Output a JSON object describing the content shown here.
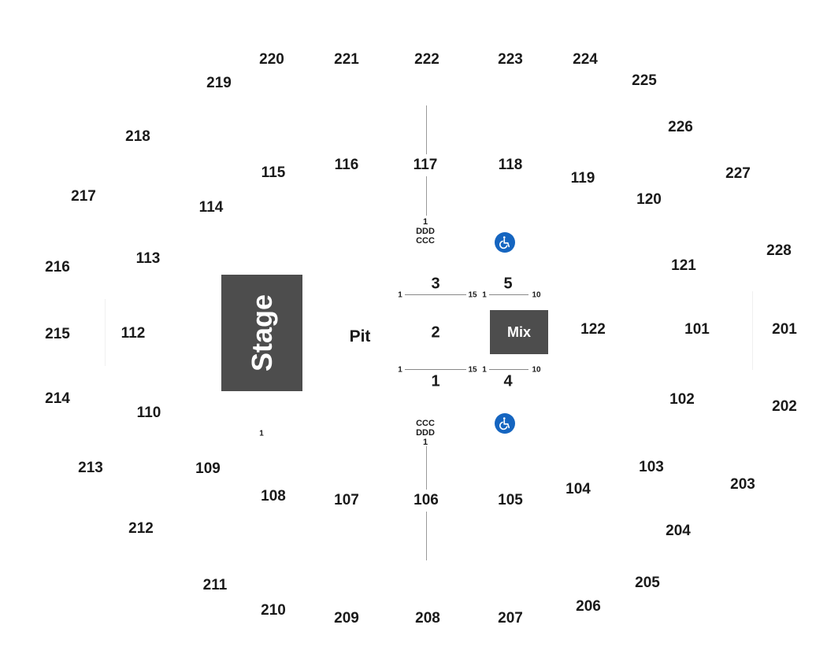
{
  "upper_sections": [
    "220",
    "221",
    "222",
    "223",
    "224",
    "219",
    "225",
    "218",
    "226",
    "217",
    "227",
    "216",
    "228",
    "215",
    "201",
    "214",
    "202",
    "213",
    "203",
    "212",
    "204",
    "211",
    "205",
    "210",
    "209",
    "208",
    "207",
    "206"
  ],
  "lower_sections": [
    "115",
    "116",
    "117",
    "118",
    "114",
    "119",
    "120",
    "113",
    "121",
    "112",
    "122",
    "101",
    "110",
    "102",
    "109",
    "103",
    "108",
    "107",
    "106",
    "105",
    "104"
  ],
  "floor_sections": {
    "s3": "3",
    "s5": "5",
    "s2": "2",
    "s1": "1",
    "s4": "4"
  },
  "stage_label": "Stage",
  "pit_label": "Pit",
  "mix_label": "Mix",
  "seat_numbers": {
    "left_start": "1",
    "mid_end": "15",
    "mid_start": "1",
    "right_end": "10"
  },
  "top_rows": [
    "1",
    "DDD",
    "CCC"
  ],
  "bottom_rows": [
    "CCC",
    "DDD",
    "1"
  ],
  "seat_110": "1",
  "accessible_icon": "wheelchair-icon"
}
